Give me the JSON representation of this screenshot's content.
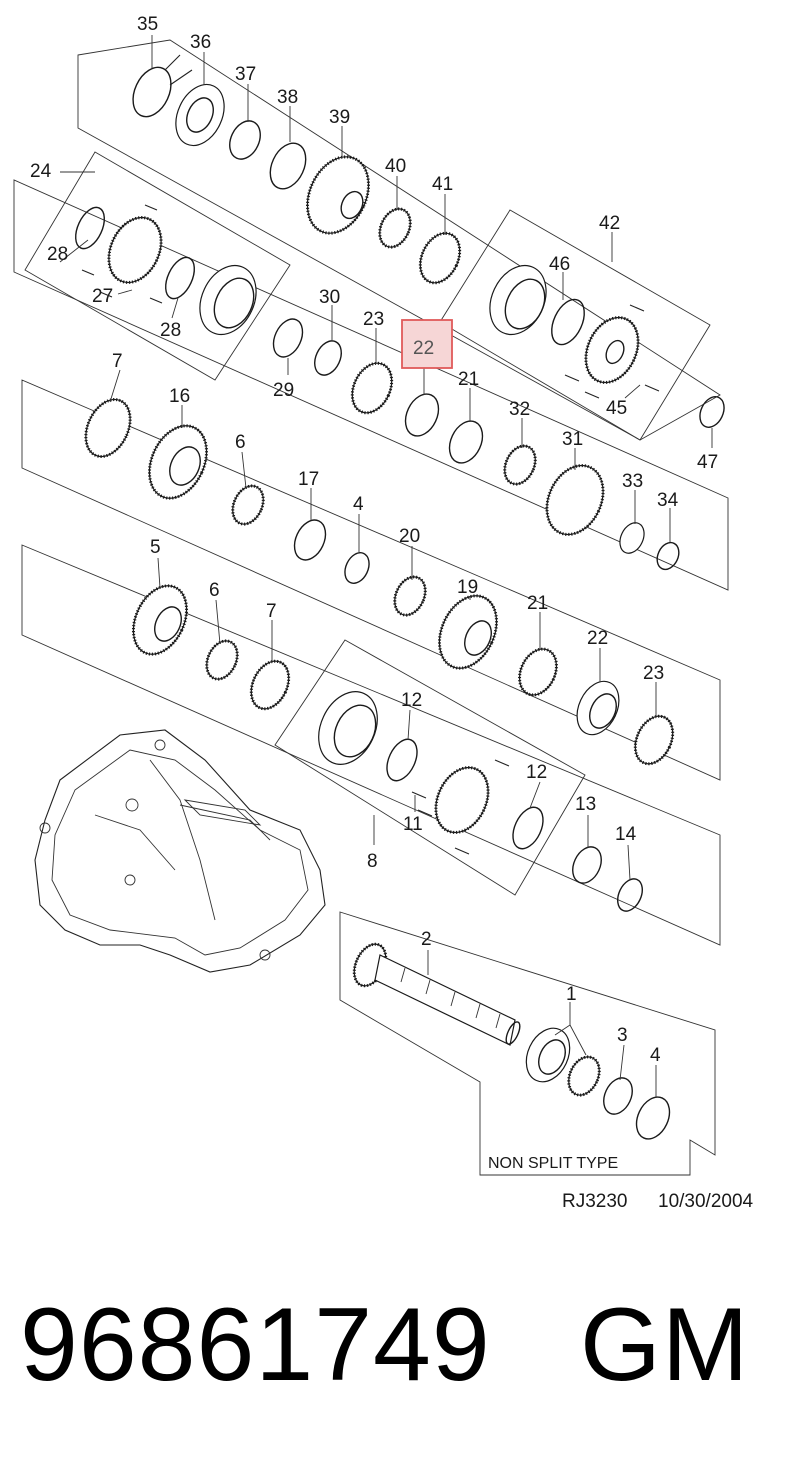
{
  "callouts": [
    {
      "id": "c35",
      "text": "35"
    },
    {
      "id": "c36",
      "text": "36"
    },
    {
      "id": "c37",
      "text": "37"
    },
    {
      "id": "c38",
      "text": "38"
    },
    {
      "id": "c39",
      "text": "39"
    },
    {
      "id": "c40",
      "text": "40"
    },
    {
      "id": "c41",
      "text": "41"
    },
    {
      "id": "c42",
      "text": "42"
    },
    {
      "id": "c24",
      "text": "24"
    },
    {
      "id": "c46",
      "text": "46"
    },
    {
      "id": "c28a",
      "text": "28"
    },
    {
      "id": "c27",
      "text": "27"
    },
    {
      "id": "c28b",
      "text": "28"
    },
    {
      "id": "c30",
      "text": "30"
    },
    {
      "id": "c23a",
      "text": "23"
    },
    {
      "id": "c22a",
      "text": "22"
    },
    {
      "id": "c29",
      "text": "29"
    },
    {
      "id": "c21a",
      "text": "21"
    },
    {
      "id": "c45",
      "text": "45"
    },
    {
      "id": "c47",
      "text": "47"
    },
    {
      "id": "c7a",
      "text": "7"
    },
    {
      "id": "c16",
      "text": "16"
    },
    {
      "id": "c32",
      "text": "32"
    },
    {
      "id": "c6a",
      "text": "6"
    },
    {
      "id": "c31",
      "text": "31"
    },
    {
      "id": "c17",
      "text": "17"
    },
    {
      "id": "c33",
      "text": "33"
    },
    {
      "id": "c34",
      "text": "34"
    },
    {
      "id": "c4a",
      "text": "4"
    },
    {
      "id": "c20",
      "text": "20"
    },
    {
      "id": "c5",
      "text": "5"
    },
    {
      "id": "c19",
      "text": "19"
    },
    {
      "id": "c6b",
      "text": "6"
    },
    {
      "id": "c21b",
      "text": "21"
    },
    {
      "id": "c7b",
      "text": "7"
    },
    {
      "id": "c22b",
      "text": "22"
    },
    {
      "id": "c23b",
      "text": "23"
    },
    {
      "id": "c12a",
      "text": "12"
    },
    {
      "id": "c12b",
      "text": "12"
    },
    {
      "id": "c13",
      "text": "13"
    },
    {
      "id": "c11",
      "text": "11"
    },
    {
      "id": "c14",
      "text": "14"
    },
    {
      "id": "c8",
      "text": "8"
    },
    {
      "id": "c2",
      "text": "2"
    },
    {
      "id": "c1",
      "text": "1"
    },
    {
      "id": "c3",
      "text": "3"
    },
    {
      "id": "c4b",
      "text": "4"
    }
  ],
  "non_split_label": "NON SPLIT TYPE",
  "diagram_code": "RJ3230",
  "diagram_date": "10/30/2004",
  "part_number": "96861749",
  "brand": "GM",
  "highlight_color": "#e05a5a",
  "highlight_fill": "#f6d6d6"
}
